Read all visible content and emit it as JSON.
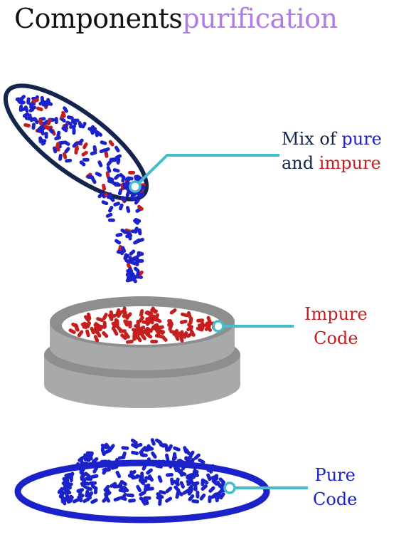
{
  "title": {
    "main": "Components",
    "accent": "purification"
  },
  "labels": {
    "mix": {
      "line1_prefix": "Mix of ",
      "line1_word": "pure",
      "line2_prefix": "and ",
      "line2_word": "impure"
    },
    "impure": {
      "line1": "Impure",
      "line2": "Code"
    },
    "pure": {
      "line1": "Pure",
      "line2": "Code"
    }
  },
  "colors": {
    "title": "#111111",
    "accent": "#b07ce8",
    "navy": "#14254d",
    "blue": "#1c22c9",
    "red": "#c41e1e",
    "teal": "#46bccb",
    "sieve": "#a9a9a9",
    "sieve_dark": "#8e8e8e"
  }
}
